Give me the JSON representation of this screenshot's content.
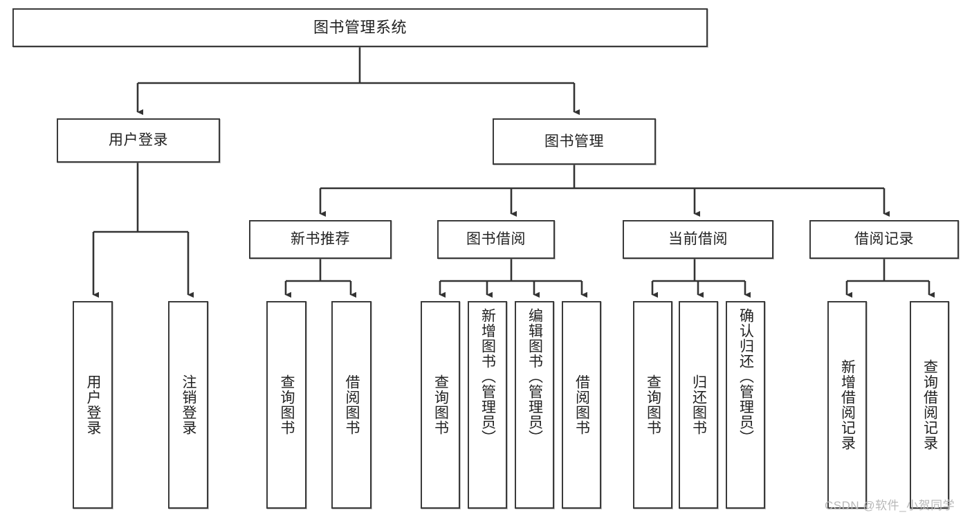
{
  "diagram": {
    "title": "图书管理系统",
    "type": "tree-hierarchy",
    "orientation": "top-down",
    "colors": {
      "box_border": "#3a3a3a",
      "box_fill": "#ffffff",
      "edge": "#333333",
      "text": "#222222",
      "watermark": "#b8b8b8",
      "background": "#ffffff"
    },
    "nodes": {
      "root": {
        "label": "图书管理系统"
      },
      "level1": [
        {
          "id": "user-login",
          "label": "用户登录"
        },
        {
          "id": "book-manage",
          "label": "图书管理"
        }
      ],
      "level2": [
        {
          "id": "new-book-recommend",
          "label": "新书推荐"
        },
        {
          "id": "book-borrow",
          "label": "图书借阅"
        },
        {
          "id": "current-borrow",
          "label": "当前借阅"
        },
        {
          "id": "borrow-record",
          "label": "借阅记录"
        }
      ],
      "leaves": {
        "user-login": [
          {
            "id": "leaf-user-login",
            "label": "用户登录"
          },
          {
            "id": "leaf-user-logout",
            "label": "注销登录"
          }
        ],
        "new-book-recommend": [
          {
            "id": "leaf-query-book-1",
            "label": "查询图书"
          },
          {
            "id": "leaf-borrow-book-1",
            "label": "借阅图书"
          }
        ],
        "book-borrow": [
          {
            "id": "leaf-query-book-2",
            "label": "查询图书"
          },
          {
            "id": "leaf-add-book",
            "label": "新增图书（管理员）"
          },
          {
            "id": "leaf-edit-book",
            "label": "编辑图书（管理员）"
          },
          {
            "id": "leaf-borrow-book-2",
            "label": "借阅图书"
          }
        ],
        "current-borrow": [
          {
            "id": "leaf-query-book-3",
            "label": "查询图书"
          },
          {
            "id": "leaf-return-book",
            "label": "归还图书"
          },
          {
            "id": "leaf-confirm-return",
            "label": "确认归还（管理员）"
          }
        ],
        "borrow-record": [
          {
            "id": "leaf-add-record",
            "label": "新增借阅记录"
          },
          {
            "id": "leaf-query-record",
            "label": "查询借阅记录"
          }
        ]
      }
    },
    "watermark": "CSDN @软件_小贺同学"
  }
}
